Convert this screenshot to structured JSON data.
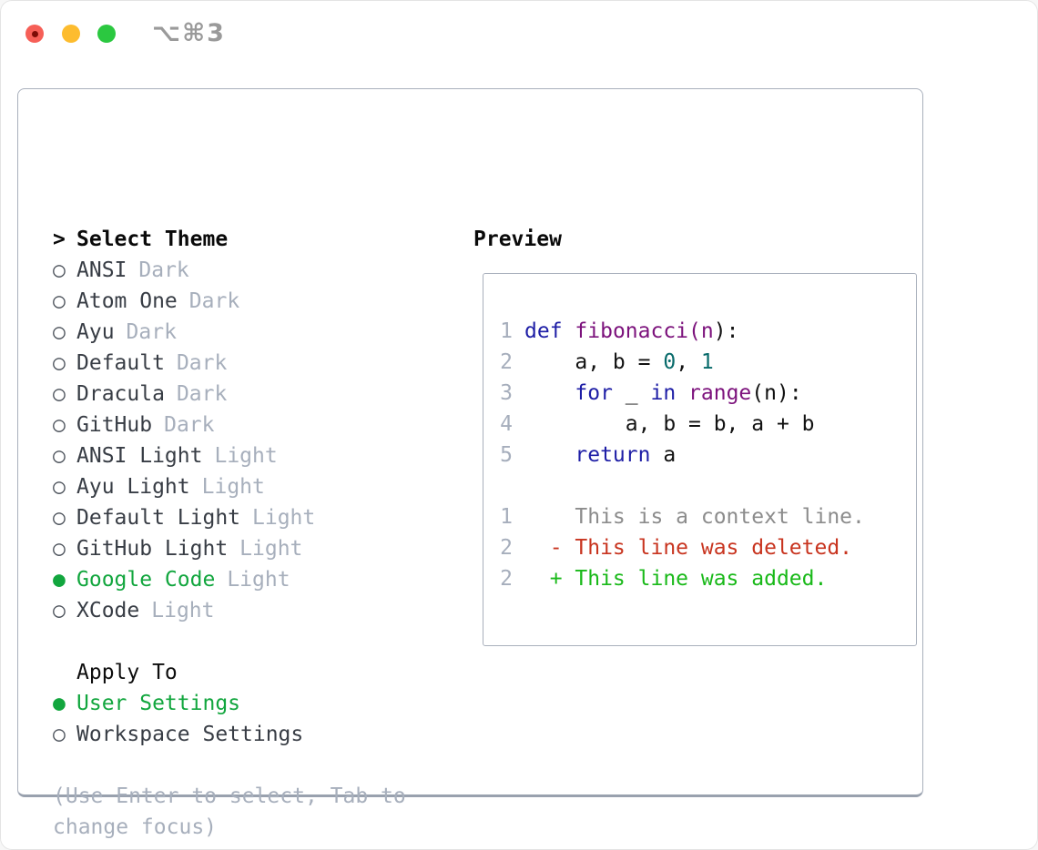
{
  "window": {
    "title": "⌥⌘3"
  },
  "theme_selector": {
    "cursor": ">",
    "title": "Select Theme",
    "radio_unselected": "○",
    "radio_selected": "●",
    "items": [
      {
        "name": "ANSI",
        "tag": "Dark",
        "selected": false
      },
      {
        "name": "Atom One",
        "tag": "Dark",
        "selected": false
      },
      {
        "name": "Ayu",
        "tag": "Dark",
        "selected": false
      },
      {
        "name": "Default",
        "tag": "Dark",
        "selected": false
      },
      {
        "name": "Dracula",
        "tag": "Dark",
        "selected": false
      },
      {
        "name": "GitHub",
        "tag": "Dark",
        "selected": false
      },
      {
        "name": "ANSI Light",
        "tag": "Light",
        "selected": false
      },
      {
        "name": "Ayu Light",
        "tag": "Light",
        "selected": false
      },
      {
        "name": "Default Light",
        "tag": "Light",
        "selected": false
      },
      {
        "name": "GitHub Light",
        "tag": "Light",
        "selected": false
      },
      {
        "name": "Google Code",
        "tag": "Light",
        "selected": true
      },
      {
        "name": "XCode",
        "tag": "Light",
        "selected": false
      }
    ],
    "apply_to": {
      "title": "Apply To",
      "options": [
        {
          "name": "User Settings",
          "selected": true
        },
        {
          "name": "Workspace Settings",
          "selected": false
        }
      ]
    },
    "hint_lines": [
      "(Use Enter to select, Tab to",
      "change focus)"
    ]
  },
  "preview": {
    "title": "Preview",
    "lines": [
      {
        "num": "1",
        "tokens": [
          [
            "def",
            "kwd"
          ],
          [
            " ",
            "pln"
          ],
          [
            "fibonacci(n",
            "fn"
          ],
          [
            "):",
            "pln"
          ]
        ]
      },
      {
        "num": "2",
        "tokens": [
          [
            "    a, b = ",
            "pln"
          ],
          [
            "0",
            "lit"
          ],
          [
            ", ",
            "pln"
          ],
          [
            "1",
            "lit"
          ]
        ]
      },
      {
        "num": "3",
        "tokens": [
          [
            "    ",
            "pln"
          ],
          [
            "for",
            "kwd"
          ],
          [
            " _ ",
            "pln"
          ],
          [
            "in",
            "kwd"
          ],
          [
            " ",
            "pln"
          ],
          [
            "range",
            "fn"
          ],
          [
            "(n):",
            "pln"
          ]
        ]
      },
      {
        "num": "4",
        "tokens": [
          [
            "        a, b = b, a + b",
            "pln"
          ]
        ]
      },
      {
        "num": "5",
        "tokens": [
          [
            "    ",
            "pln"
          ],
          [
            "return",
            "kwd"
          ],
          [
            " a",
            "pln"
          ]
        ]
      },
      {
        "num": "",
        "tokens": []
      },
      {
        "num": "1",
        "tokens": [
          [
            "    This is a context line.",
            "ctx"
          ]
        ]
      },
      {
        "num": "2",
        "tokens": [
          [
            "  - This line was deleted.",
            "del"
          ]
        ]
      },
      {
        "num": "2",
        "tokens": [
          [
            "  + This line was added.",
            "add"
          ]
        ]
      }
    ]
  },
  "colors": {
    "keyword": "#1e1ea6",
    "function_name": "#7c127c",
    "literal": "#076a6a",
    "plain": "#121212",
    "line_number": "#a6aebc",
    "context": "#8c8c8c",
    "deleted": "#c8341f",
    "added": "#19b919",
    "selected": "#12a63e",
    "item_text": "#383d45",
    "muted": "#a7afbc",
    "header_text": "#0a0a0a",
    "border": "#a9b0bc",
    "title_text": "#9a9a9a",
    "traffic_red": "#f65f57",
    "close_dot": "#7c0c06",
    "traffic_yellow": "#fdbc2e",
    "traffic_green": "#2bc840"
  }
}
